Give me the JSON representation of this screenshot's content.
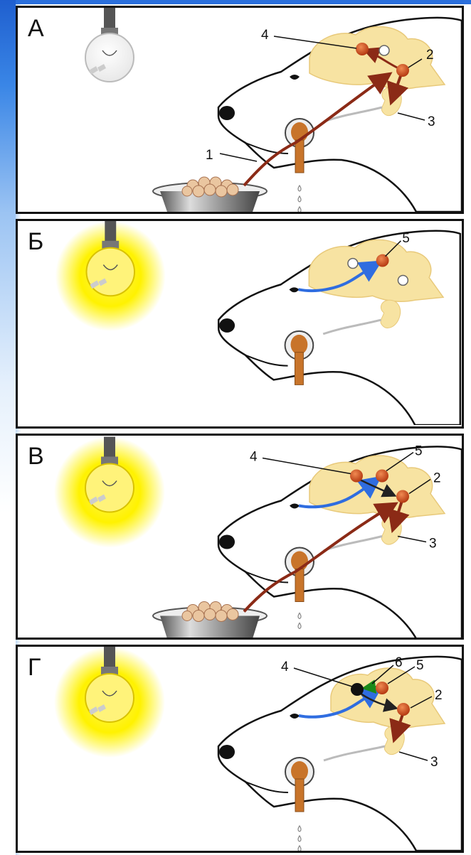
{
  "panels": [
    {
      "id": "a",
      "label": "А",
      "numbers": [
        "1",
        "2",
        "3",
        "4"
      ]
    },
    {
      "id": "b",
      "label": "Б",
      "numbers": [
        "5"
      ]
    },
    {
      "id": "c",
      "label": "В",
      "numbers": [
        "2",
        "3",
        "4",
        "5"
      ]
    },
    {
      "id": "d",
      "label": "Г",
      "numbers": [
        "2",
        "3",
        "4",
        "5",
        "6"
      ]
    }
  ],
  "colors": {
    "brain": "#f7e3a2",
    "neuron": "#d5471a",
    "reflex_path": "#8b2a16",
    "visual_path": "#2f6de0",
    "inhibition_path": "#1a8a1a",
    "lamp_glow": "#ffee00",
    "saliva": "#c8742a",
    "frame": "#111111",
    "accent": "#2a6fdc"
  }
}
